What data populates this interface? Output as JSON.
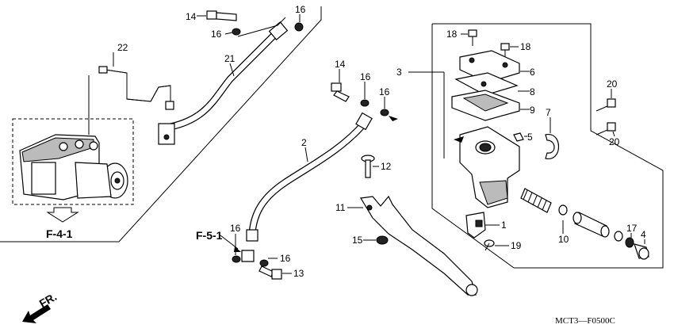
{
  "callouts": {
    "c1": "1",
    "c2": "2",
    "c3": "3",
    "c4": "4",
    "c5": "5",
    "c6": "6",
    "c7": "7",
    "c8": "8",
    "c9": "9",
    "c10": "10",
    "c11": "11",
    "c12": "12",
    "c13": "13",
    "c14_top": "14",
    "c14_mid": "14",
    "c15": "15",
    "c16_a": "16",
    "c16_b": "16",
    "c16_c": "16",
    "c16_d": "16",
    "c16_e": "16",
    "c16_f": "16",
    "c17": "17",
    "c18_a": "18",
    "c18_b": "18",
    "c19": "19",
    "c20_a": "20",
    "c20_b": "20",
    "c21": "21",
    "c22": "22"
  },
  "refs": {
    "f41": "F-4-1",
    "f51": "F-5-1",
    "front": "FR."
  },
  "diagram_code": "MCT3—F0500C"
}
